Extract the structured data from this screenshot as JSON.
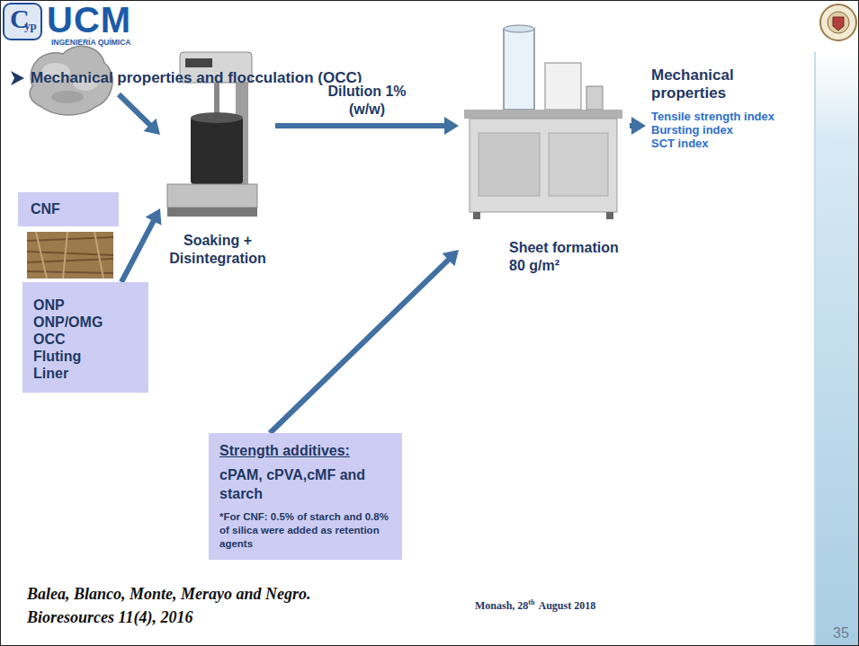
{
  "diagram": {
    "title": "Mechanical properties and flocculation (OCC)",
    "nodes": [
      {
        "text": [
          "CNF"
        ]
      },
      {
        "text": [
          "Soaking + Disintegration"
        ]
      },
      {
        "text": [
          "Sheet formation",
          "80 g/m²"
        ]
      },
      {
        "text": [
          "Mechanical properties",
          "Tensile strength index",
          "Bursting index",
          "SCT index"
        ]
      },
      {
        "text": [
          "ONP",
          "ONP/OMG",
          "OCC",
          "Fluting",
          "Liner"
        ]
      },
      {
        "text": [
          "Strength additives:",
          "cPAM, cPVA,cMF and starch",
          "*For CNF: 0.5% of starch and 0.8% of silica were added as retention agents"
        ]
      }
    ],
    "edges": [
      {
        "from": 0,
        "to": 1,
        "arrow": "to"
      },
      {
        "from": 4,
        "to": 1,
        "arrow": "to"
      },
      {
        "from": 1,
        "to": 2,
        "label": "Dilution 1% (w/w)",
        "arrow": "to"
      },
      {
        "from": 5,
        "to": 2,
        "arrow": "to"
      },
      {
        "from": 2,
        "to": 3,
        "arrow": "to"
      }
    ],
    "labels": [
      "C",
      "yp",
      "UCM",
      "INGENIERÍA QUÍMICA",
      "Balea, Blanco, Monte, Merayo and Negro.",
      "Bioresources 11(4), 2016",
      "Monash, 28",
      "th",
      "August 2018",
      "35"
    ]
  }
}
